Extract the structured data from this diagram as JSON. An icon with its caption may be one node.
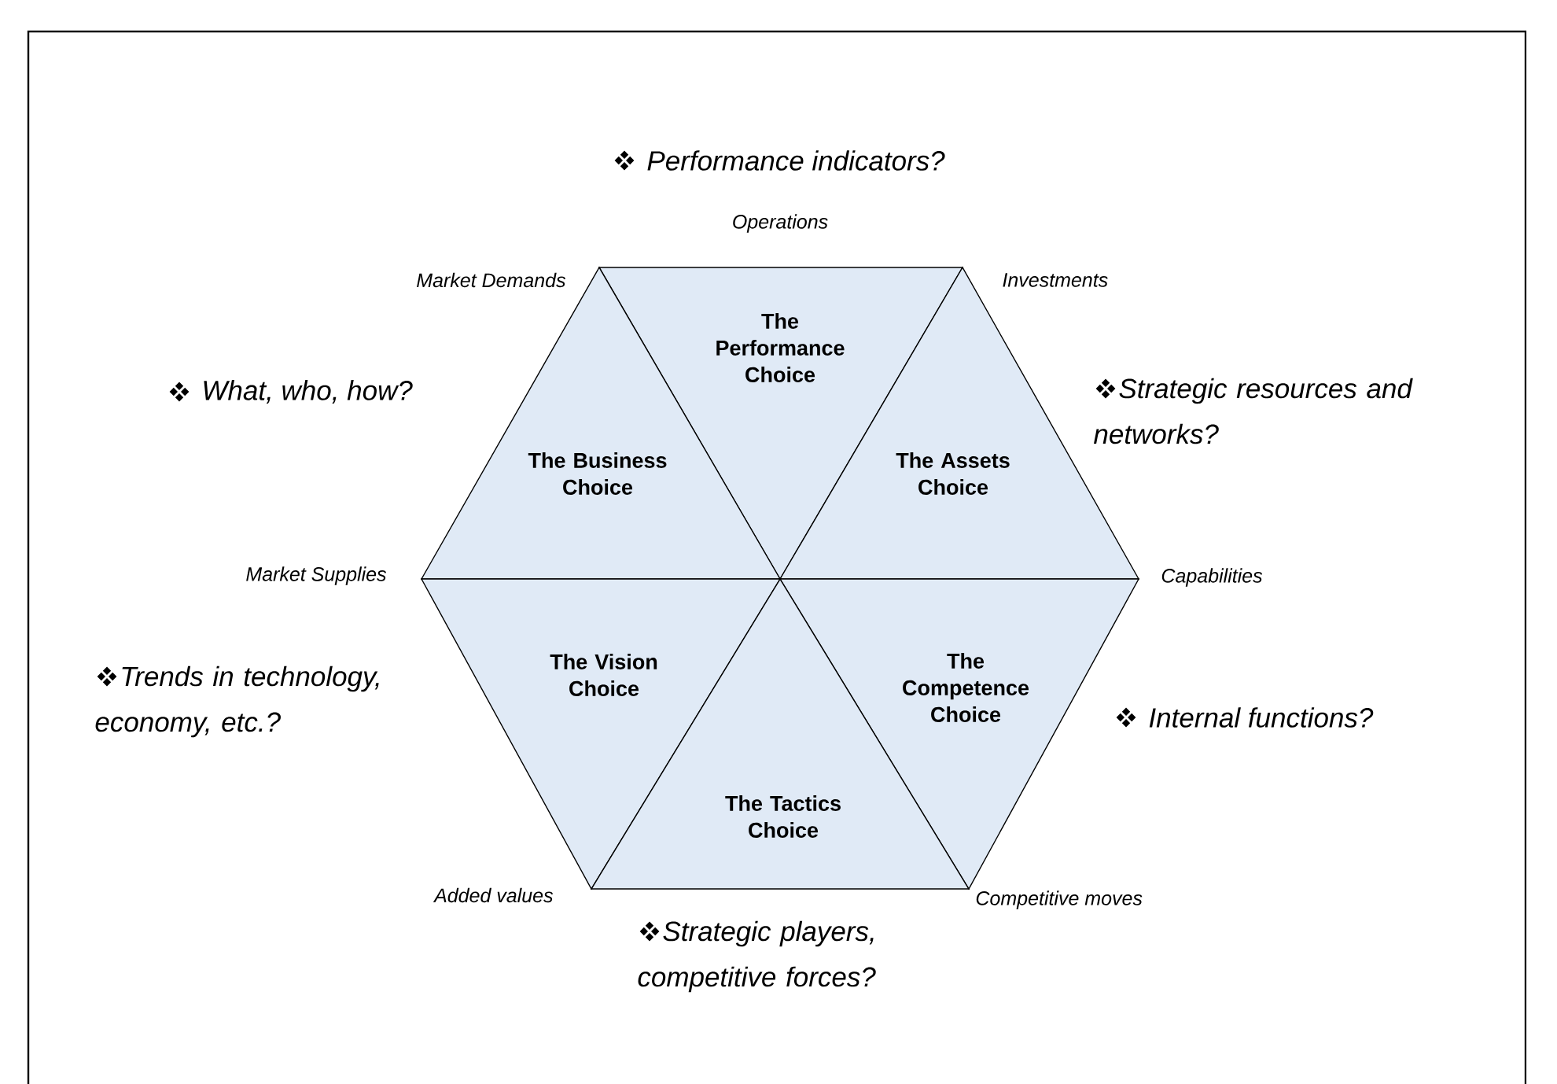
{
  "diagram": {
    "nodes": [
      {
        "text": [
          "The Performance Choice"
        ]
      },
      {
        "text": [
          "The Business Choice"
        ]
      },
      {
        "text": [
          "The Assets Choice"
        ]
      },
      {
        "text": [
          "The Vision Choice"
        ]
      },
      {
        "text": [
          "The Competence Choice"
        ]
      },
      {
        "text": [
          "The Tactics Choice"
        ]
      }
    ],
    "labels": [
      "Performance indicators?",
      "Operations",
      "Market Demands",
      "Investments",
      "What, who, how?",
      "Strategic resources and networks?",
      "Market Supplies",
      "Capabilities",
      "Internal functions?",
      "Trends in technology, economy, etc.?",
      "Added values",
      "Competitive moves",
      "Strategic players, competitive forces?"
    ]
  }
}
